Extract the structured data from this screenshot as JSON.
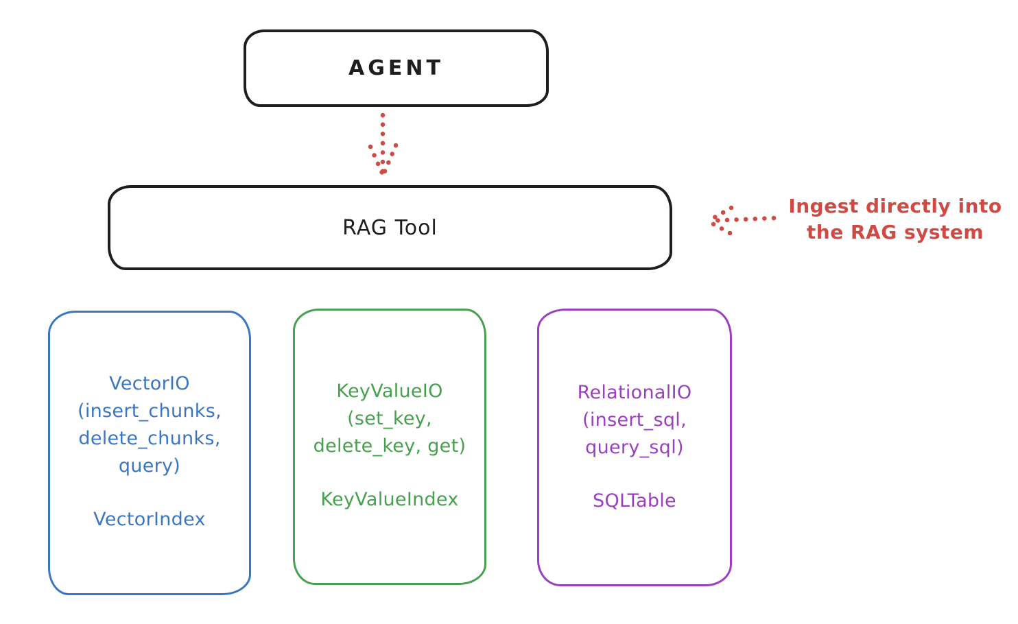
{
  "nodes": {
    "agent": {
      "label": "AGENT"
    },
    "rag_tool": {
      "label": "RAG Tool"
    }
  },
  "annotation": {
    "line1": "Ingest directly into",
    "line2": "the RAG system"
  },
  "io_boxes": [
    {
      "name": "vector-io",
      "color": "#3b76c2",
      "lines": [
        "VectorIO",
        "(insert_chunks,",
        "delete_chunks,",
        "query)"
      ],
      "footer": "VectorIndex"
    },
    {
      "name": "keyvalue-io",
      "color": "#47a04e",
      "lines": [
        "KeyValueIO",
        "(set_key,",
        "delete_key, get)"
      ],
      "footer": "KeyValueIndex"
    },
    {
      "name": "relational-io",
      "color": "#9b3fc0",
      "lines": [
        "RelationalIO",
        "(insert_sql,",
        "query_sql)"
      ],
      "footer": "SQLTable"
    }
  ],
  "colors": {
    "ink": "#1e1e1e",
    "red": "#d04a43",
    "background": "#ffffff"
  }
}
